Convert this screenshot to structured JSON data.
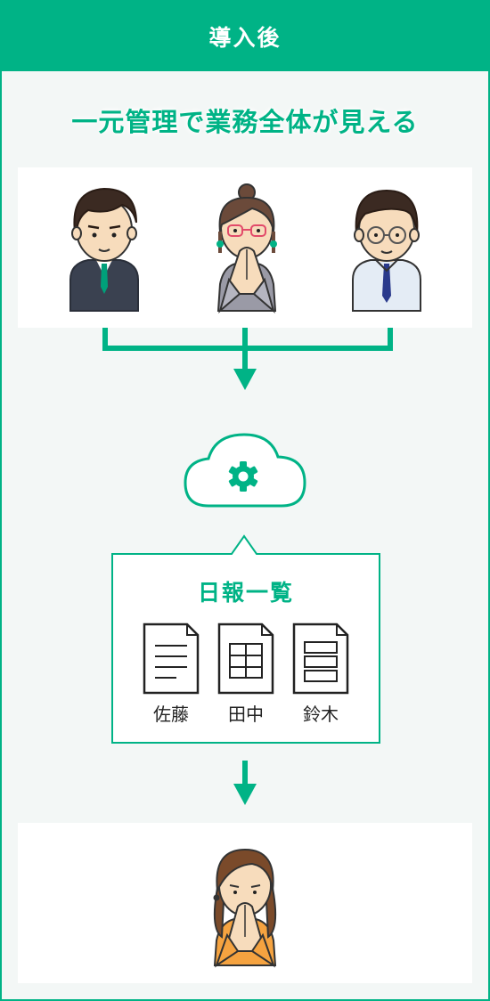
{
  "header": {
    "title": "導入後"
  },
  "subtitle": "一元管理で業務全体が見える",
  "report": {
    "title": "日報一覧",
    "documents": [
      {
        "label": "佐藤",
        "icon": "lined-document-icon"
      },
      {
        "label": "田中",
        "icon": "grid-document-icon"
      },
      {
        "label": "鈴木",
        "icon": "form-document-icon"
      }
    ]
  },
  "colors": {
    "accent": "#00b386",
    "background": "#f3f7f6",
    "panel": "#ffffff"
  }
}
